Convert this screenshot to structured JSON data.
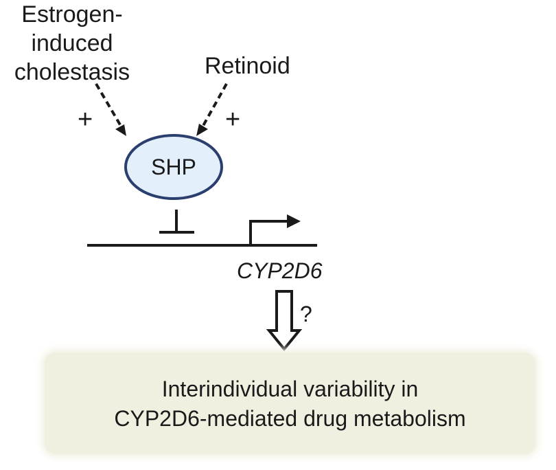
{
  "inputs": {
    "estrogen_lines": [
      "Estrogen-",
      "induced",
      "cholestasis"
    ],
    "retinoid": "Retinoid",
    "plus_left": "+",
    "plus_right": "+"
  },
  "shp": {
    "label": "SHP",
    "fill": "#e3effb",
    "stroke": "#2b3f6e"
  },
  "gene": {
    "name": "CYP2D6"
  },
  "link": {
    "question": "?"
  },
  "outcome": {
    "lines": [
      "Interindividual variability in",
      "CYP2D6-mediated drug metabolism"
    ],
    "background": "#f1efe0"
  }
}
